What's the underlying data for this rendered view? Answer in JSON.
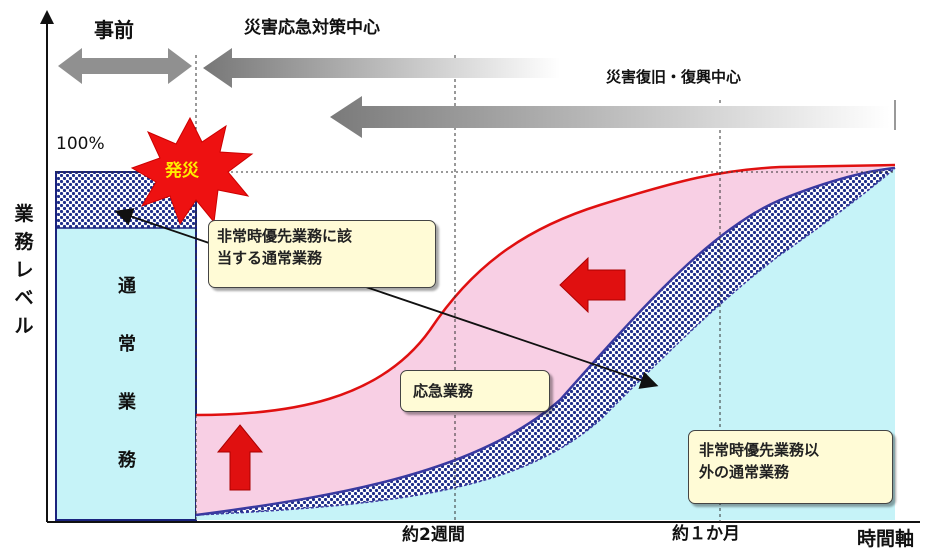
{
  "labels": {
    "pre_disaster": "事前",
    "emergency_center": "災害応急対策中心",
    "recovery_center": "災害復旧・復興中心",
    "hundred_percent": "100%",
    "disaster_burst": "発災",
    "y_axis": [
      "業",
      "務",
      "レ",
      "ベ",
      "ル"
    ],
    "x_axis": "時間軸",
    "tick_two_weeks": "約2週間",
    "tick_one_month": "約１か月",
    "normal_work": [
      "通",
      "常",
      "業",
      "務"
    ],
    "callout_priority_normal": [
      "非常時優先業務に該",
      "当する通常業務"
    ],
    "callout_emergency": "応急業務",
    "callout_other_normal": [
      "非常時優先業務以",
      "外の通常業務"
    ]
  },
  "colors": {
    "normal_fill": "#c6f3f8",
    "emergency_fill": "#f8cfe4",
    "priority_dots": "#1f2f8a",
    "red_curve": "#e01010",
    "blue_curve": "#3a3aa0",
    "arrow_red": "#e01010",
    "callout_bg": "#fffbd6",
    "burst_red": "#ee1111",
    "burst_text": "#ffee00"
  },
  "icons": {
    "burst": "explosion-icon",
    "big_arrows": [
      "up-arrow-icon",
      "left-arrow-icon"
    ]
  }
}
